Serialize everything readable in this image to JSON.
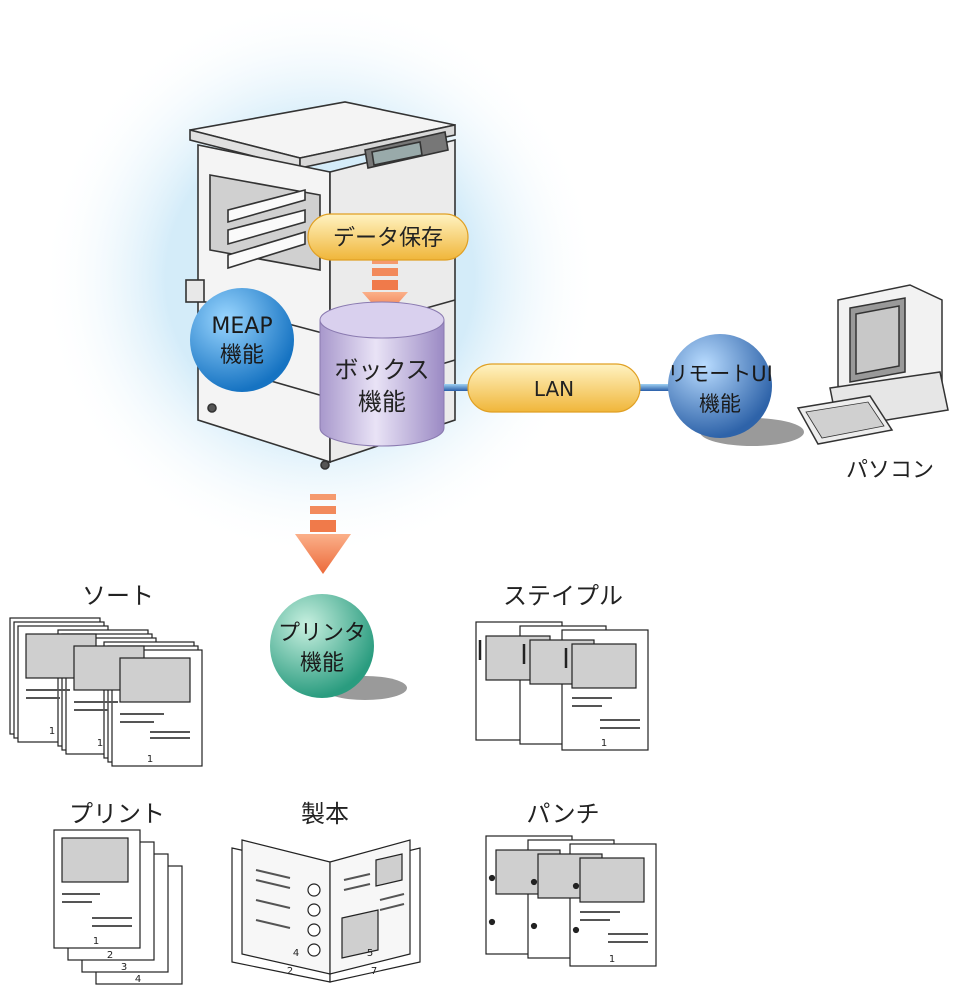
{
  "nodes": {
    "data_save": "データ保存",
    "meap_line1": "MEAP",
    "meap_line2": "機能",
    "box_line1": "ボックス",
    "box_line2": "機能",
    "lan": "LAN",
    "remote_line1": "リモートUI",
    "remote_line2": "機能",
    "pc": "パソコン",
    "printer_line1": "プリンタ",
    "printer_line2": "機能"
  },
  "outputs": {
    "sort": "ソート",
    "staple": "ステイプル",
    "print": "プリント",
    "booklet": "製本",
    "punch": "パンチ"
  },
  "page_numbers": {
    "sort": [
      "1",
      "1",
      "1"
    ],
    "staple": [
      "1"
    ],
    "print": [
      "1",
      "2",
      "3",
      "4"
    ],
    "booklet": [
      "2",
      "4",
      "5",
      "7"
    ],
    "punch": [
      "1"
    ]
  },
  "colors": {
    "halo": "#cfe9f8",
    "meap": "#1e90d6",
    "box": "#b8a8d8",
    "lan": "#f3c24a",
    "remote": "#3c7fc4",
    "printer": "#3aa88e",
    "arrow": "#f07a4a"
  }
}
